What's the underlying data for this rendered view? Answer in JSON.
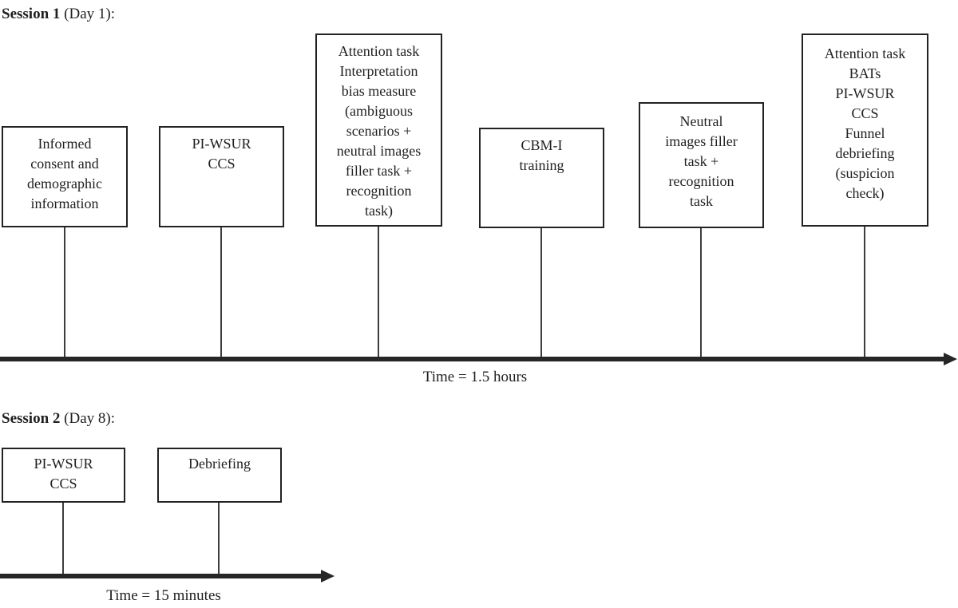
{
  "session1": {
    "title_bold": "Session 1",
    "title_rest": " (Day 1):",
    "boxes": [
      {
        "label": "Informed\nconsent and\ndemographic\ninformation"
      },
      {
        "label": "PI-WSUR\nCCS"
      },
      {
        "label": "Attention task\nInterpretation\nbias measure\n(ambiguous\nscenarios +\nneutral images\nfiller task +\nrecognition\ntask)"
      },
      {
        "label": "CBM-I\ntraining"
      },
      {
        "label": "Neutral\nimages filler\ntask +\nrecognition\ntask"
      },
      {
        "label": "Attention task\nBATs\nPI-WSUR\nCCS\nFunnel\ndebriefing\n(suspicion\ncheck)"
      }
    ],
    "time_label": "Time = 1.5 hours"
  },
  "session2": {
    "title_bold": "Session 2",
    "title_rest": " (Day 8):",
    "boxes": [
      {
        "label": "PI-WSUR\nCCS"
      },
      {
        "label": "Debriefing"
      }
    ],
    "time_label": "Time = 15 minutes"
  },
  "colors": {
    "text": "#1f1f1f",
    "box_border": "#222222",
    "timeline": "#262626",
    "background": "#ffffff"
  }
}
